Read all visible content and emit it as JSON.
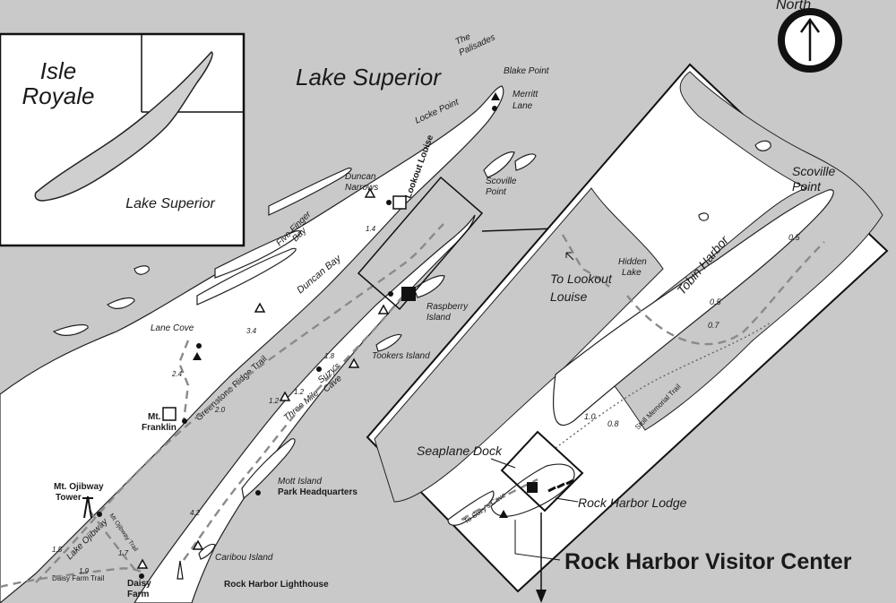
{
  "colors": {
    "water": "#c9c9c9",
    "land": "#ffffff",
    "outline": "#1a1a1a",
    "trail": "#8a8a8a"
  },
  "inset": {
    "title_line1": "Isle",
    "title_line2": "Royale",
    "lake_label": "Lake Superior"
  },
  "compass": {
    "label": "North",
    "icon": "north-arrow-icon"
  },
  "lake_label": "Lake Superior",
  "places": {
    "palisades_1": "The",
    "palisades_2": "Palisades",
    "blake_point": "Blake Point",
    "merritt_1": "Merritt",
    "merritt_2": "Lane",
    "locke_point": "Locke Point",
    "lookout_louise": "Lookout Louise",
    "duncan_1": "Duncan",
    "duncan_2": "Narrows",
    "scoville_1": "Scoville",
    "scoville_2": "Point",
    "five_finger_1": "Five Finger",
    "five_finger_2": "Bay",
    "duncan_bay": "Duncan Bay",
    "raspberry_1": "Raspberry",
    "raspberry_2": "Island",
    "lane_cove": "Lane Cove",
    "greenstone": "Greenstone Ridge Trail",
    "tookers": "Tookers Island",
    "suzys_1": "Suzy's",
    "suzys_2": "Cave",
    "three_mile": "Three Mile",
    "mt_franklin_1": "Mt.",
    "mt_franklin_2": "Franklin",
    "mott_island": "Mott Island",
    "park_hq": "Park Headquarters",
    "ojibway_1": "Mt. Ojibway",
    "ojibway_2": "Tower",
    "lake_ojibway": "Lake Ojibway",
    "mt_ojibway_trail": "Mt Ojibway Trail",
    "daisy_trail": "Daisy Farm Trail",
    "daisy_1": "Daisy",
    "daisy_2": "Farm",
    "caribou": "Caribou Island",
    "lighthouse": "Rock Harbor Lighthouse"
  },
  "distances": {
    "d14": "1.4",
    "d34": "3.4",
    "d24": "2.4",
    "d20": "2.0",
    "d18": "1.8",
    "d12a": "1.2",
    "d12b": "1.2",
    "d42": "4.2",
    "d15": "1.5",
    "d17": "1.7",
    "d19": "1.9"
  },
  "detail": {
    "scoville_1": "Scoville",
    "scoville_2": "Point",
    "hidden_1": "Hidden",
    "hidden_2": "Lake",
    "tobin": "Tobin Harbor",
    "to_lookout_1": "To Lookout",
    "to_lookout_2": "Louise",
    "stoll": "Stoll Memorial Trail",
    "seaplane": "Seaplane Dock",
    "to_suzys": "To Suzy's Cave",
    "lodge": "Rock Harbor Lodge",
    "d05a": "0.5",
    "d05b": "0.5",
    "d07": "0.7",
    "d10": "1.0",
    "d08": "0.8"
  },
  "visitor_center": "Rock Harbor Visitor Center"
}
